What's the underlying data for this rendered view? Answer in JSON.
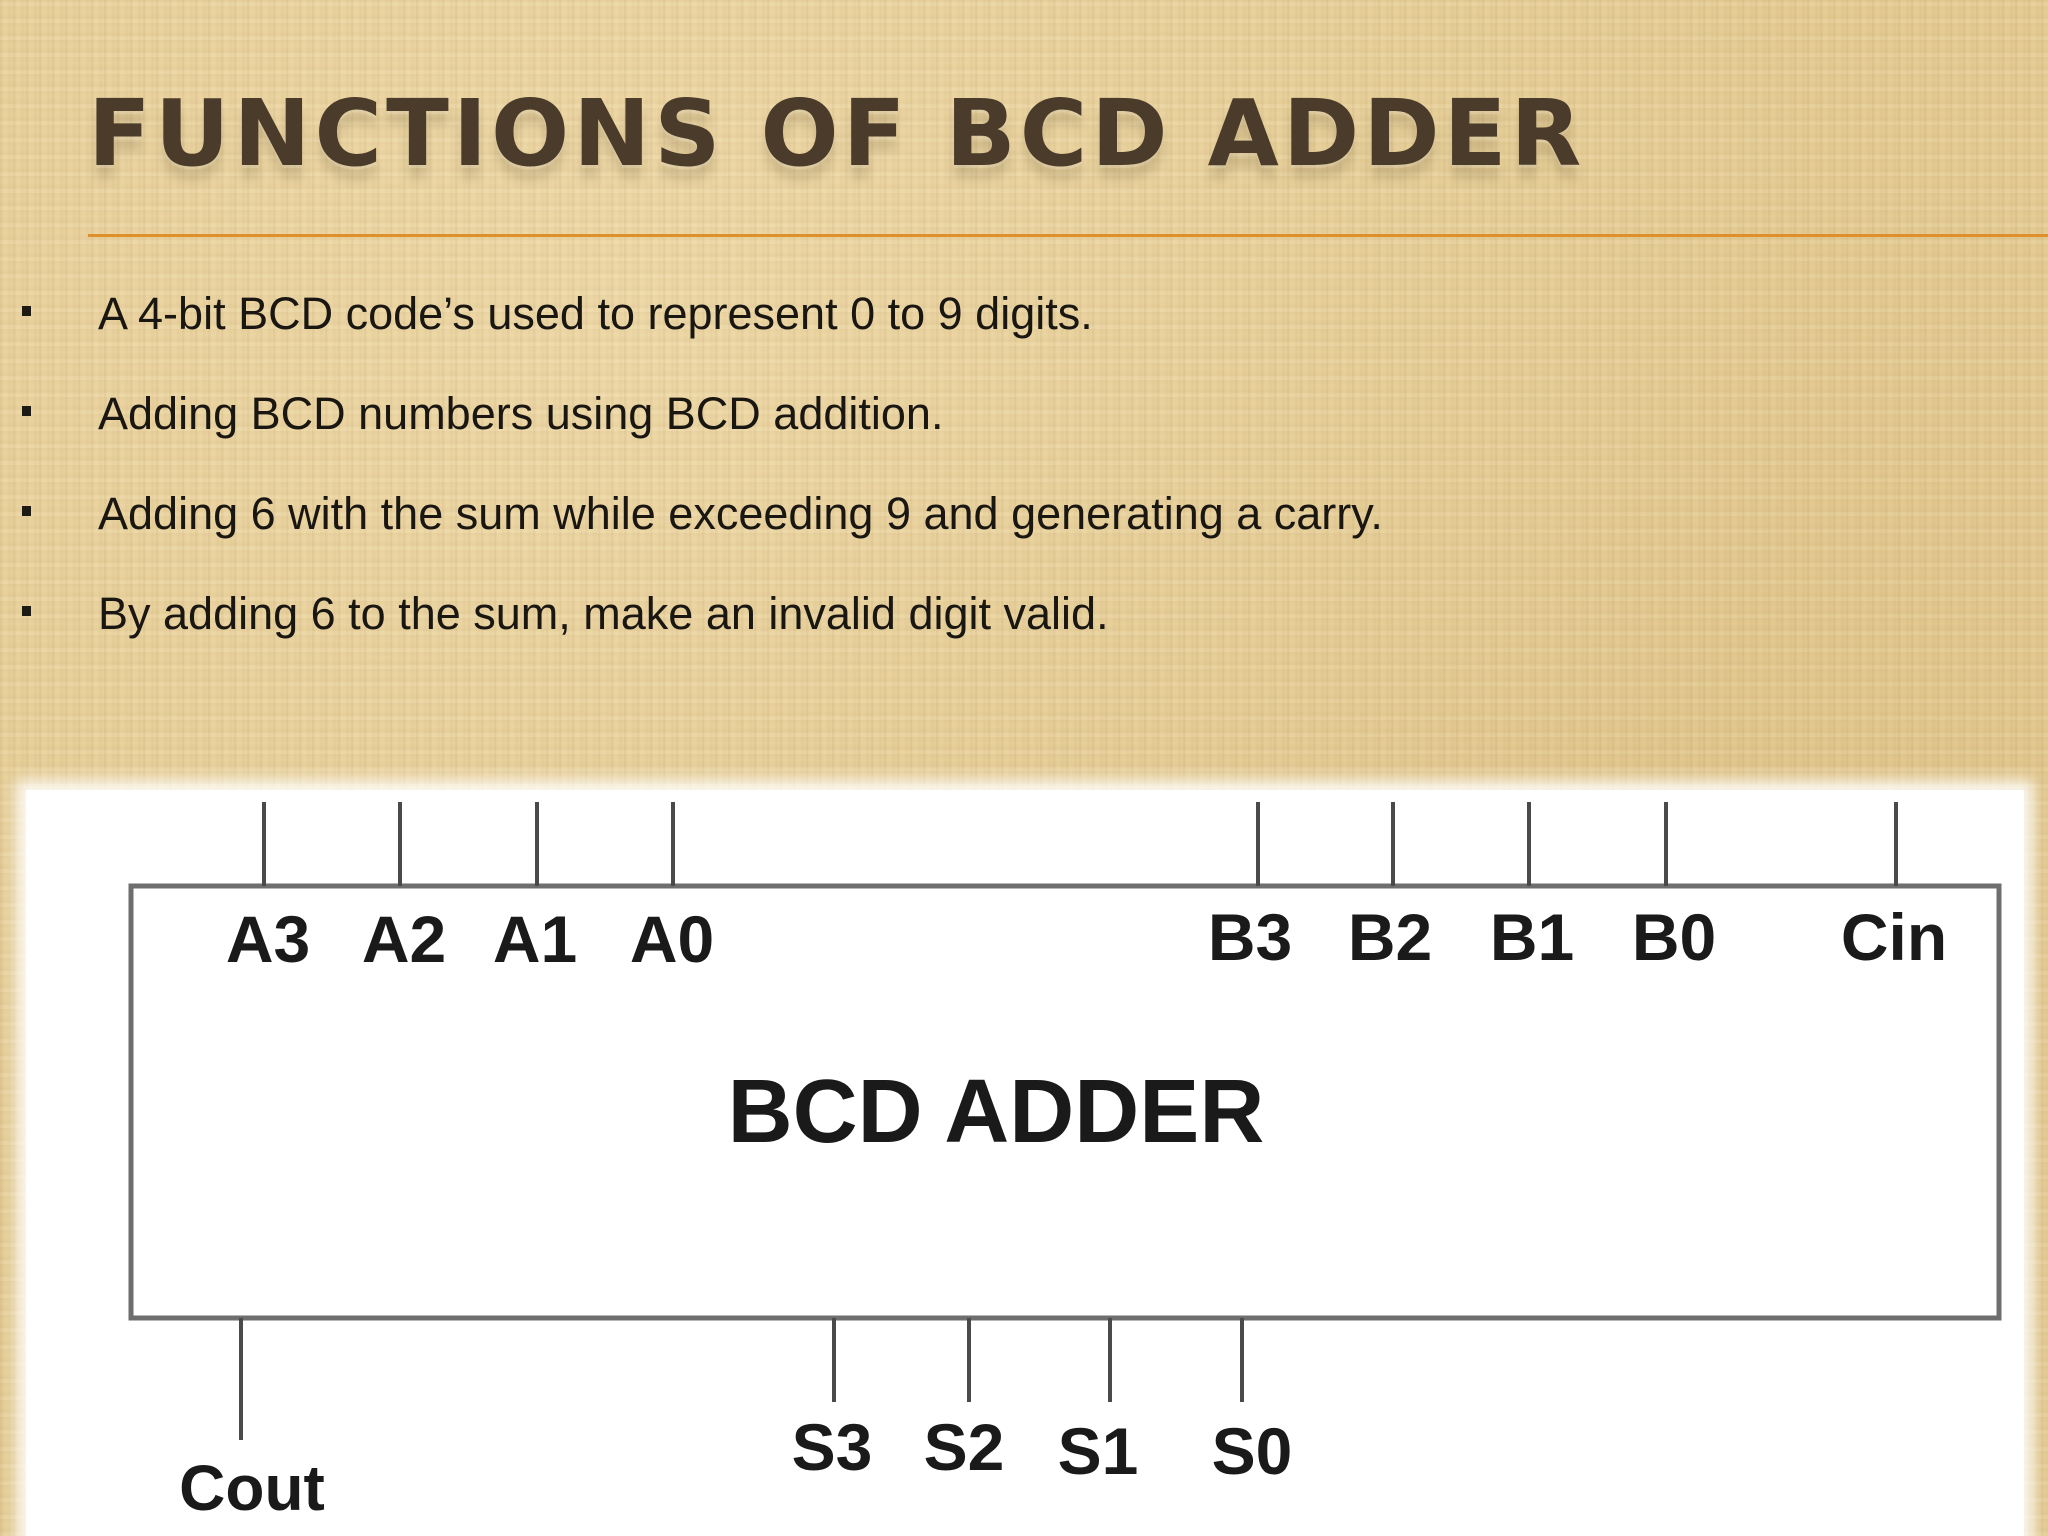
{
  "slide": {
    "title": "Functions of BCD Adder",
    "bullets": [
      "A 4-bit BCD code’s used to represent 0 to 9 digits.",
      "Adding BCD numbers using BCD addition.",
      "Adding 6 with the sum while exceeding 9 and generating a carry.",
      "By adding 6 to the sum, make an invalid digit valid."
    ]
  },
  "diagram": {
    "block_label": "BCD ADDER",
    "input_pins": [
      "A3",
      "A2",
      "A1",
      "A0",
      "B3",
      "B2",
      "B1",
      "B0",
      "Cin"
    ],
    "output_pins": [
      "S3",
      "S2",
      "S1",
      "S0"
    ],
    "carry_out": "Cout"
  }
}
